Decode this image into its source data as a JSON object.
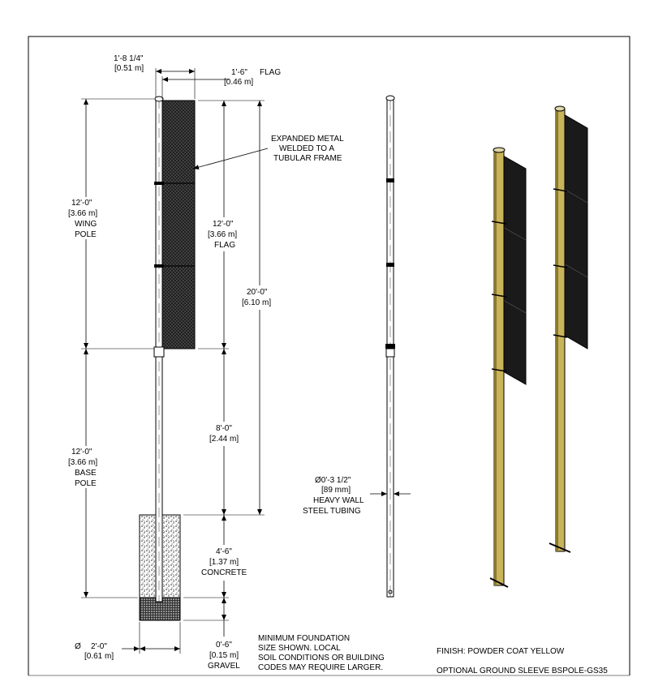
{
  "drawing": {
    "dimensions": {
      "overall_width_ft": "1'-8 1/4\"",
      "overall_width_m": "[0.51 m]",
      "flag_width_ft": "1'-6\"",
      "flag_width_label": "FLAG",
      "flag_width_m": "[0.46 m]",
      "wing_pole_ft": "12'-0\"",
      "wing_pole_m": "[3.66 m]",
      "wing_pole_label_1": "WING",
      "wing_pole_label_2": "POLE",
      "flag_height_ft": "12'-0\"",
      "flag_height_m": "[3.66 m]",
      "flag_height_label": "FLAG",
      "total_height_ft": "20'-0\"",
      "total_height_m": "[6.10 m]",
      "base_pole_ft": "12'-0\"",
      "base_pole_m": "[3.66 m]",
      "base_pole_label_1": "BASE",
      "base_pole_label_2": "POLE",
      "clearance_ft": "8'-0\"",
      "clearance_m": "[2.44 m]",
      "concrete_ft": "4'-6\"",
      "concrete_m": "[1.37 m]",
      "concrete_label": "CONCRETE",
      "gravel_ft": "0'-6\"",
      "gravel_m": "[0.15 m]",
      "gravel_label": "GRAVEL",
      "footing_dia_symbol": "Ø",
      "footing_dia_ft": "2'-0\"",
      "footing_dia_m": "[0.61 m]",
      "tube_dia_ft": "Ø0'-3 1/2\"",
      "tube_dia_mm": "[89 mm]",
      "tube_label_1": "HEAVY WALL",
      "tube_label_2": "STEEL TUBING"
    },
    "callout_flag": [
      "EXPANDED METAL",
      "WELDED TO A",
      "TUBULAR FRAME"
    ],
    "foundation_note": [
      "MINIMUM FOUNDATION",
      "SIZE SHOWN.  LOCAL",
      "SOIL CONDITIONS OR BUILDING",
      "CODES MAY REQUIRE LARGER."
    ],
    "finish_note": "FINISH:  POWDER COAT YELLOW",
    "sleeve_note": "OPTIONAL GROUND SLEEVE BSPOLE-GS35",
    "colors": {
      "line": "#000000",
      "pole_yellow": "#c9b45a",
      "pole_yellow_shade": "#8a7a2e",
      "flag_dark": "#1a1a1a"
    }
  }
}
